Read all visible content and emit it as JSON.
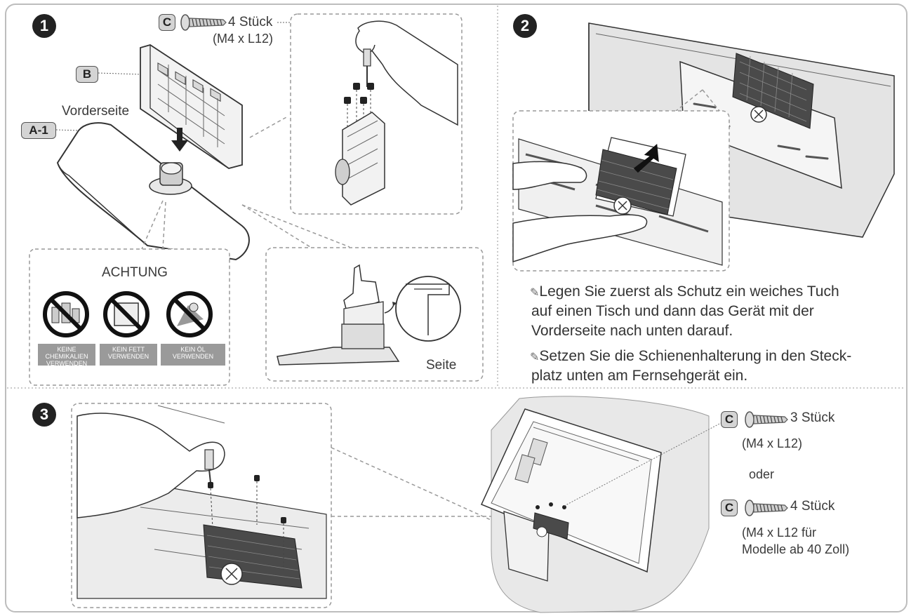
{
  "step1": {
    "number": "1",
    "screw": {
      "part": "C",
      "count": "4 Stück",
      "spec": "(M4 x L12)"
    },
    "part_b": "B",
    "part_a1": "A-1",
    "front_label": "Vorderseite",
    "warning": {
      "title": "ACHTUNG",
      "items": [
        {
          "icon": "no-chemicals-icon",
          "text": "KEINE CHEMIKALIEN VERWENDEN"
        },
        {
          "icon": "no-grease-icon",
          "text": "KEIN FETT VERWENDEN"
        },
        {
          "icon": "no-oil-icon",
          "text": "KEIN ÖL VERWENDEN"
        }
      ]
    },
    "side_label": "Seite"
  },
  "step2": {
    "number": "2",
    "notes": [
      {
        "icon": "note-pencil-icon",
        "lines": [
          "Legen Sie zuerst als Schutz ein weiches Tuch",
          "auf einen Tisch und dann das Gerät mit der",
          "Vorderseite nach unten darauf."
        ]
      },
      {
        "icon": "note-pencil-icon",
        "lines": [
          "Setzen Sie die Schienenhalterung in den Steck-",
          "platz unten am Fernsehgerät ein."
        ]
      }
    ]
  },
  "step3": {
    "number": "3",
    "screw_a": {
      "part": "C",
      "count": "3 Stück",
      "spec": "(M4 x L12)"
    },
    "or_text": "oder",
    "screw_b": {
      "part": "C",
      "count": "4 Stück",
      "spec_line1": "(M4 x L12 für",
      "spec_line2": "Modelle ab 40 Zoll)"
    }
  }
}
